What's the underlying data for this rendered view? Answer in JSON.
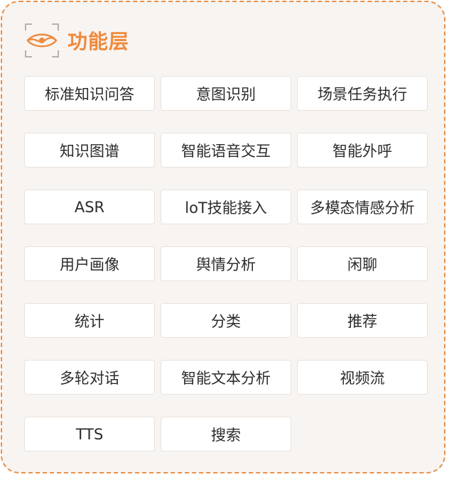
{
  "panel": {
    "title": "功能层",
    "logo_icon": "eye-scan-icon"
  },
  "colors": {
    "accent": "#ef8a3c",
    "panel_bg": "#f8f4f1",
    "border": "#e8914a",
    "chip_bg": "#ffffff",
    "text": "#2b2b2b"
  },
  "features": [
    "标准知识问答",
    "意图识别",
    "场景任务执行",
    "知识图谱",
    "智能语音交互",
    "智能外呼",
    "ASR",
    "loT技能接入",
    "多模态情感分析",
    "用户画像",
    "舆情分析",
    "闲聊",
    "统计",
    "分类",
    "推荐",
    "多轮对话",
    "智能文本分析",
    "视频流",
    "TTS",
    "搜索"
  ]
}
